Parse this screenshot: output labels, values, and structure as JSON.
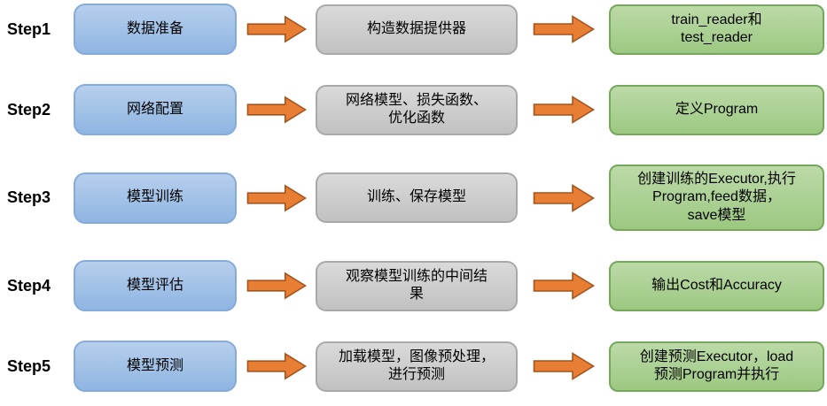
{
  "theme": {
    "background": "#ffffff",
    "blue-top": "#b6cfec",
    "blue-bottom": "#8fb5e2",
    "blue-border": "#85abdb",
    "gray-top": "#dadada",
    "gray-bottom": "#c1c1c1",
    "gray-border": "#a9a9a9",
    "green-top": "#bcdaa8",
    "green-bottom": "#9cc881",
    "green-border": "#74a95b",
    "arrow-fill": "#e87d34",
    "arrow-border": "#a3541d"
  },
  "icons": {
    "flow_arrow": "right-arrow-icon"
  },
  "rows": [
    {
      "step": "Step1",
      "stage": "数据准备",
      "action": "构造数据提供器",
      "output": "train_reader和\ntest_reader"
    },
    {
      "step": "Step2",
      "stage": "网络配置",
      "action": "网络模型、损失函数、\n优化函数",
      "output": "定义Program"
    },
    {
      "step": "Step3",
      "stage": "模型训练",
      "action": "训练、保存模型",
      "output": "创建训练的Executor,执行\nProgram,feed数据，\nsave模型"
    },
    {
      "step": "Step4",
      "stage": "模型评估",
      "action": "观察模型训练的中间结\n果",
      "output": "输出Cost和Accuracy"
    },
    {
      "step": "Step5",
      "stage": "模型预测",
      "action": "加载模型，图像预处理，\n进行预测",
      "output": "创建预测Executor，load\n预测Program并执行"
    }
  ]
}
